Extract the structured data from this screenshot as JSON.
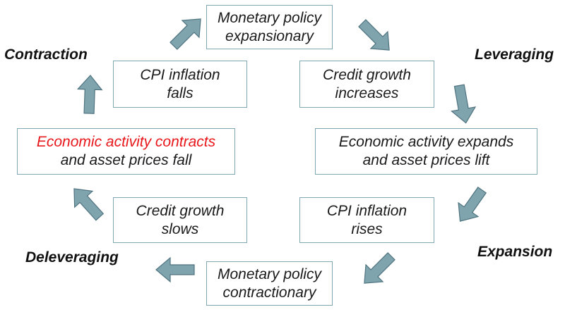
{
  "colors": {
    "arrow_fill": "#7fa4ae",
    "arrow_stroke": "#4f7480",
    "box_border": "#7fa7b2",
    "highlight_text": "#e8171b",
    "text": "#1a1a1a"
  },
  "phases": {
    "contraction": "Contraction",
    "leveraging": "Leveraging",
    "expansion": "Expansion",
    "deleveraging": "Deleveraging"
  },
  "boxes": {
    "monetary_expansionary": {
      "line1": "Monetary policy",
      "line2": "expansionary"
    },
    "credit_increases": {
      "line1": "Credit growth",
      "line2": "increases"
    },
    "activity_expands": {
      "line1": "Economic activity expands",
      "line2": "and asset prices lift"
    },
    "cpi_rises": {
      "line1": "CPI inflation",
      "line2": "rises"
    },
    "monetary_contractionary": {
      "line1": "Monetary policy",
      "line2": "contractionary"
    },
    "credit_slows": {
      "line1": "Credit growth",
      "line2": "slows"
    },
    "activity_contracts": {
      "line1": "Economic activity contracts",
      "line2": "and asset prices fall"
    },
    "cpi_falls": {
      "line1": "CPI inflation",
      "line2": "falls"
    }
  },
  "arrows": [
    {
      "name": "arrow-expansionary-to-credit-increases",
      "direction": "down-right"
    },
    {
      "name": "arrow-credit-increases-to-activity-expands",
      "direction": "down"
    },
    {
      "name": "arrow-activity-expands-to-cpi-rises",
      "direction": "down-left"
    },
    {
      "name": "arrow-cpi-rises-to-contractionary",
      "direction": "down-left"
    },
    {
      "name": "arrow-contractionary-to-credit-slows",
      "direction": "left"
    },
    {
      "name": "arrow-credit-slows-to-activity-contracts",
      "direction": "up-left"
    },
    {
      "name": "arrow-activity-contracts-to-cpi-falls",
      "direction": "up"
    },
    {
      "name": "arrow-cpi-falls-to-expansionary",
      "direction": "up-right"
    }
  ]
}
